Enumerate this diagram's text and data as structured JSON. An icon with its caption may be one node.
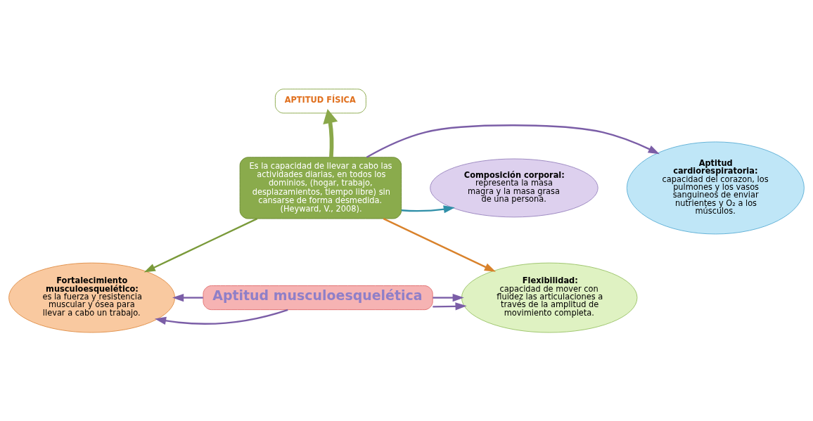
{
  "diagram": {
    "nodes": [
      {
        "text": [
          "APTITUD FÍSICA"
        ]
      },
      {
        "text": [
          "Es la capacidad de llevar a cabo las actividades diarias, en todos los dominios, (hogar, trabajo, desplazamientos, tiempo libre) sin cansarse de forma desmedida. (Heyward, V., 2008)."
        ]
      },
      {
        "text": [
          "Aptitud cardiorespiratoria:",
          "capacidad del corazon, los pulmones y los vasos sanguineos de enviar nutrientes y O₂ a los músculos."
        ]
      },
      {
        "text": [
          "Composición corporal:",
          "representa la masa magra y la masa grasa de una persona."
        ]
      },
      {
        "text": [
          "Aptitud musculoesquelética"
        ]
      },
      {
        "text": [
          "Fortalecimiento musculoesquelético:",
          "es la fuerza y resistencia muscular y ósea para llevar a cabo un trabajo."
        ]
      },
      {
        "text": [
          "Flexibilidad:",
          "capacidad de mover con fluidez las articulaciones a través de la amplitud de movimiento completa."
        ]
      }
    ],
    "edges": [
      {
        "from": 1,
        "to": 0,
        "arrow": "to",
        "style": "thick",
        "color": "#8aa84a"
      },
      {
        "from": 1,
        "to": 2,
        "arrow": "to"
      },
      {
        "from": 1,
        "to": 3,
        "arrow": "to",
        "color": "#2f8fa8"
      },
      {
        "from": 1,
        "to": 5,
        "arrow": "to",
        "color": "#7a9a3a"
      },
      {
        "from": 1,
        "to": 6,
        "arrow": "to",
        "color": "#d9822b"
      },
      {
        "from": 4,
        "to": 5,
        "arrow": "to"
      },
      {
        "from": 4,
        "to": 6,
        "arrow": "to"
      },
      {
        "from": 4,
        "to": 5,
        "arrow": "to"
      },
      {
        "from": 4,
        "to": 6,
        "arrow": "to"
      }
    ]
  }
}
